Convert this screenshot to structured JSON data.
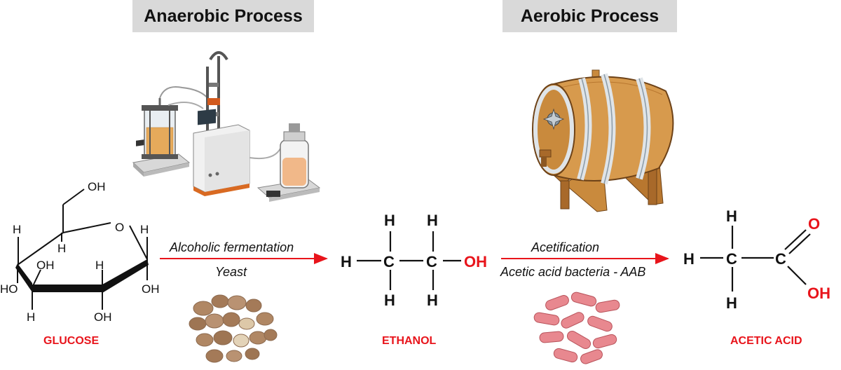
{
  "headers": {
    "anaerobic": "Anaerobic Process",
    "aerobic": "Aerobic Process"
  },
  "steps": {
    "fermentation": {
      "process": "Alcoholic fermentation",
      "agent": "Yeast"
    },
    "acetification": {
      "process": "Acetification",
      "agent": "Acetic acid bacteria - AAB"
    }
  },
  "compounds": {
    "glucose": "GLUCOSE",
    "ethanol": "ETHANOL",
    "acetic_acid": "ACETIC ACID"
  },
  "glucose_atoms": {
    "oh_top": "OH",
    "o_ring": "O",
    "h": "H",
    "oh": "OH",
    "ho": "HO"
  },
  "ethanol_atoms": {
    "h": "H",
    "c": "C",
    "oh": "OH"
  },
  "acetic_atoms": {
    "h": "H",
    "c": "C",
    "o": "O",
    "oh": "OH"
  },
  "colors": {
    "accent": "#e8141b",
    "banner": "#d9d9d9",
    "text": "#111111"
  },
  "illustrations": [
    "bioreactor-icon",
    "yeast-cells-icon",
    "wine-barrel-icon",
    "bacteria-icon"
  ]
}
